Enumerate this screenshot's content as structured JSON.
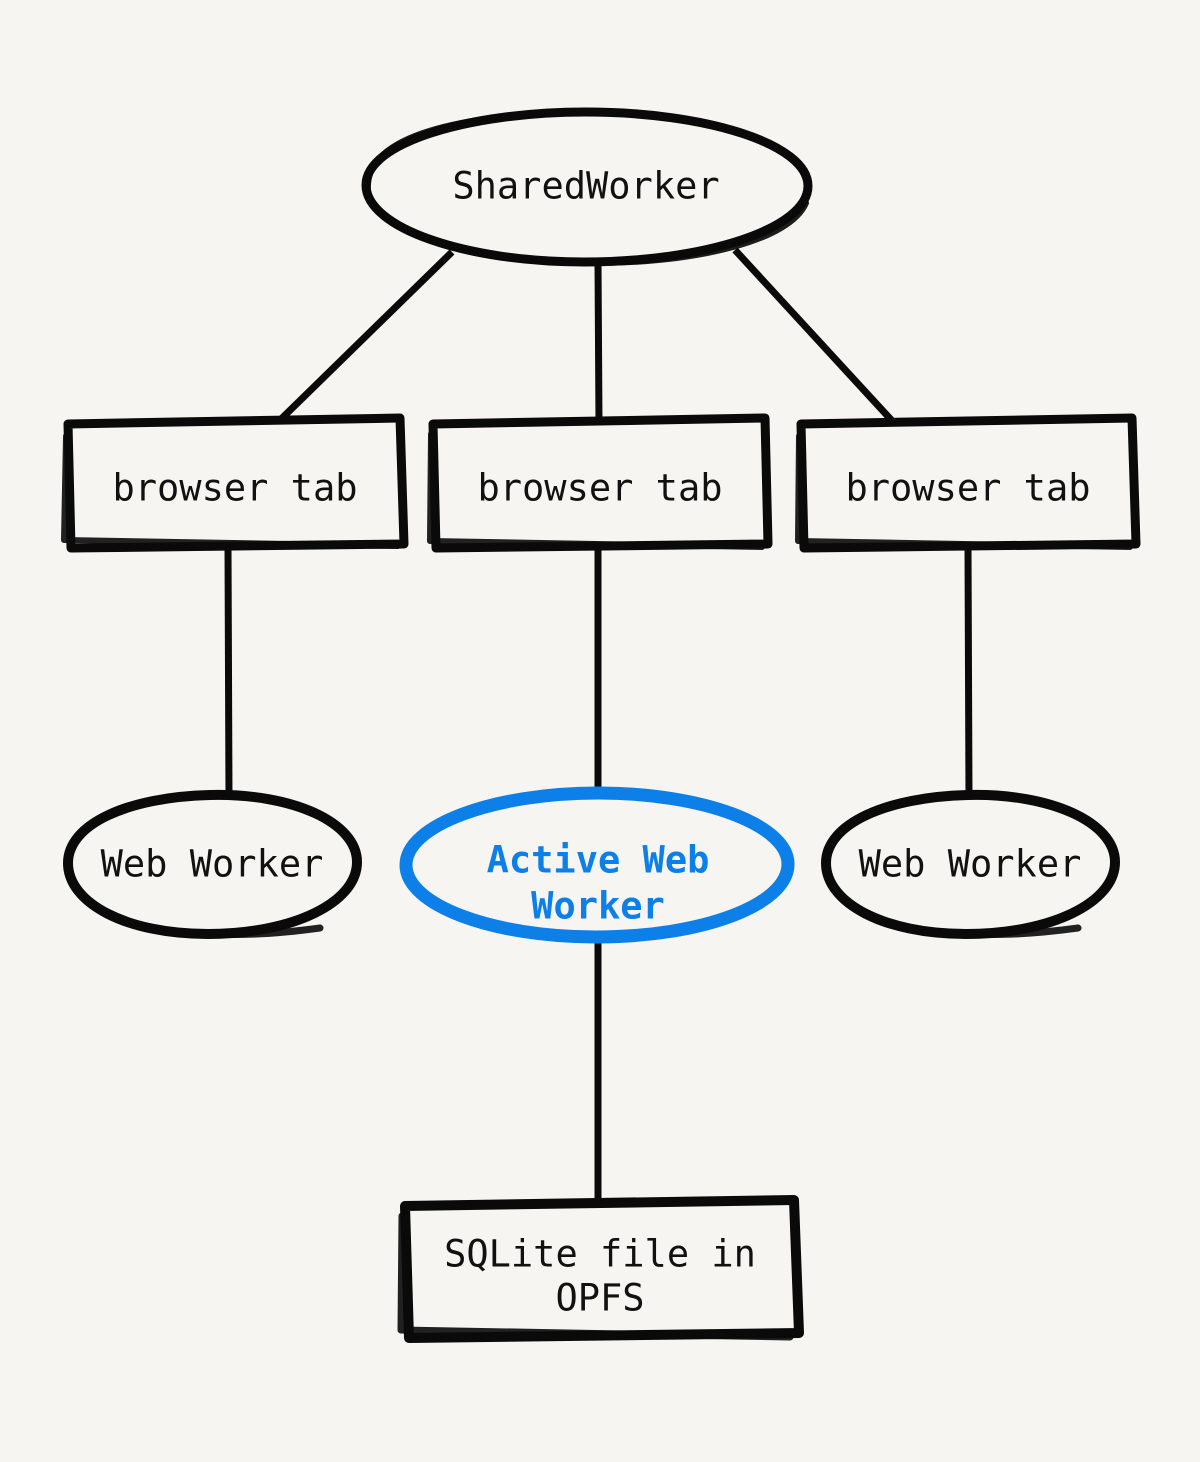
{
  "diagram": {
    "title_text": "SharedWorker",
    "background_color": "#f6f5f1",
    "stroke_color": "#0a0a0a",
    "accent_color": "#0c7fe8",
    "style": "hand-drawn",
    "nodes": {
      "shared_worker": {
        "label": "SharedWorker",
        "shape": "ellipse",
        "color": "#0a0a0a"
      },
      "browser_tab_left": {
        "label": "browser tab",
        "shape": "rectangle",
        "color": "#0a0a0a"
      },
      "browser_tab_center": {
        "label": "browser tab",
        "shape": "rectangle",
        "color": "#0a0a0a"
      },
      "browser_tab_right": {
        "label": "browser tab",
        "shape": "rectangle",
        "color": "#0a0a0a"
      },
      "web_worker_left": {
        "label": "Web Worker",
        "shape": "ellipse",
        "color": "#0a0a0a"
      },
      "active_web_worker": {
        "label_line1": "Active Web",
        "label_line2": "Worker",
        "shape": "ellipse",
        "color": "#0c7fe8"
      },
      "web_worker_right": {
        "label": "Web Worker",
        "shape": "ellipse",
        "color": "#0a0a0a"
      },
      "sqlite_file": {
        "label_line1": "SQLite file in",
        "label_line2": "OPFS",
        "shape": "rectangle",
        "color": "#0a0a0a"
      }
    },
    "edges": [
      {
        "from": "shared_worker",
        "to": "browser_tab_left"
      },
      {
        "from": "shared_worker",
        "to": "browser_tab_center"
      },
      {
        "from": "shared_worker",
        "to": "browser_tab_right"
      },
      {
        "from": "browser_tab_left",
        "to": "web_worker_left"
      },
      {
        "from": "browser_tab_center",
        "to": "active_web_worker"
      },
      {
        "from": "browser_tab_right",
        "to": "web_worker_right"
      },
      {
        "from": "active_web_worker",
        "to": "sqlite_file"
      }
    ]
  }
}
